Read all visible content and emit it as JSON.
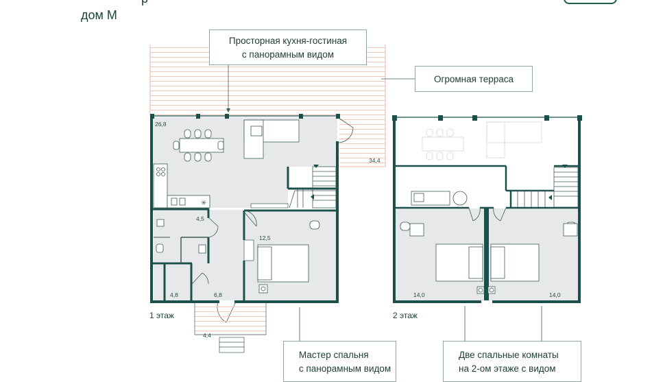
{
  "header": {
    "title": "дом М",
    "top_cut_text": "р"
  },
  "callouts": {
    "kitchen": [
      "Просторная кухня-гостиная",
      "с панорамным видом"
    ],
    "terrace": [
      "Огромная терраса"
    ],
    "master": [
      "Мастер спальня",
      "с панорамным видом"
    ],
    "bedrooms": [
      "Две спальные комнаты",
      "на 2-ом этаже с видом"
    ]
  },
  "floors": {
    "first": {
      "label": "1 этаж"
    },
    "second": {
      "label": "2 этаж"
    }
  },
  "areas": {
    "living": "26,8",
    "terrace": "34,4",
    "bath1": "4,5",
    "bedroom1": "12,5",
    "storage": "4,8",
    "hall": "6,8",
    "porch": "4,4",
    "bedroom2_left": "14,0",
    "bedroom2_right": "14,0"
  },
  "colors": {
    "wall": "#1b4f4a",
    "room_fill": "#e6e8ea",
    "terrace_line": "#f2c9b8",
    "callout_border": "#8fa8a3",
    "fixture": "#3d5a56"
  }
}
